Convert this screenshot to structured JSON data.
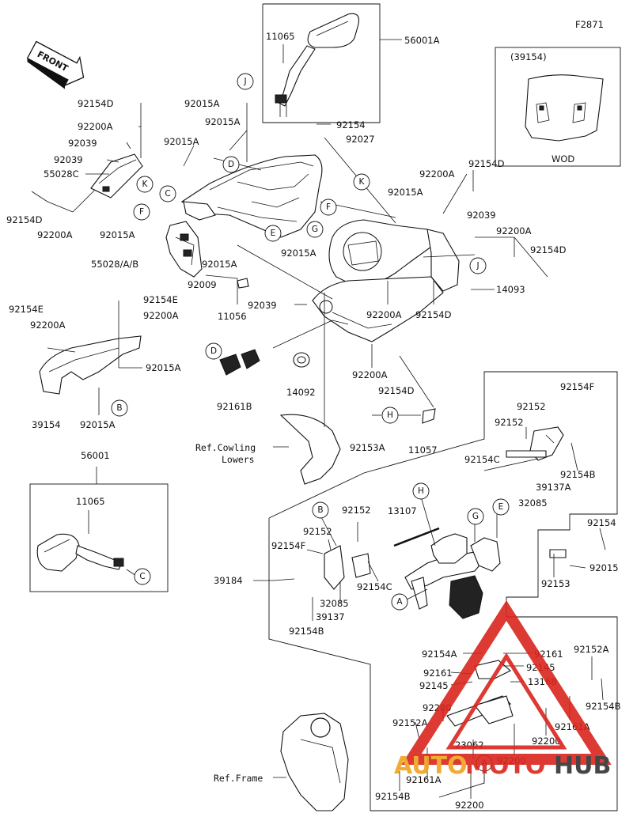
{
  "diagram": {
    "code": "F2871",
    "front_label": "FRONT",
    "inset": {
      "code": "(39154)",
      "caption": "WOD"
    },
    "refs": {
      "cowling": [
        "Ref.Cowling",
        "Lowers"
      ],
      "frame": "Ref.Frame"
    },
    "parts": {
      "p_11065_a": "11065",
      "p_56001a": "56001A",
      "p_92015a_j": "92015A",
      "p_92015a_2": "92015A",
      "p_92015a_3": "92015A",
      "p_92154_top": "92154",
      "p_92027": "92027",
      "p_92154d_1": "92154D",
      "p_92200a_1": "92200A",
      "p_92039_1": "92039",
      "p_92039_2": "92039",
      "p_55028c": "55028C",
      "p_92154d_2": "92154D",
      "p_92200a_2": "92200A",
      "p_92015a_4": "92015A",
      "p_55028": "55028/A/B",
      "p_92015a_5": "92015A",
      "p_92015a_6": "92015A",
      "p_92015a_7": "92015A",
      "p_92200a_3": "92200A",
      "p_92154d_3": "92154D",
      "p_92039_3": "92039",
      "p_92200a_4": "92200A",
      "p_92154d_4": "92154D",
      "p_14093": "14093",
      "p_92200a_5": "92200A",
      "p_92154d_5": "92154D",
      "p_92009": "92009",
      "p_11056": "11056",
      "p_92039_4": "92039",
      "p_92154e_1": "92154E",
      "p_92200a_6": "92200A",
      "p_92154e_2": "92154E",
      "p_92200a_7": "92200A",
      "p_92015a_8": "92015A",
      "p_39154": "39154",
      "p_92015a_9": "92015A",
      "p_92161b": "92161B",
      "p_14092": "14092",
      "p_92200a_8": "92200A",
      "p_92154d_6": "92154D",
      "p_92153a": "92153A",
      "p_11057": "11057",
      "p_56001": "56001",
      "p_11065_b": "11065",
      "p_92154f_1": "92154F",
      "p_92152_1": "92152",
      "p_92152_2": "92152",
      "p_92154c_1": "92154C",
      "p_92154b_1": "92154B",
      "p_39137a": "39137A",
      "p_32085_1": "32085",
      "p_92152_3": "92152",
      "p_13107": "13107",
      "p_92152_4": "92152",
      "p_92154f_2": "92154F",
      "p_39184": "39184",
      "p_92154c_2": "92154C",
      "p_32085_2": "32085",
      "p_39137": "39137",
      "p_92154b_2": "92154B",
      "p_92154_r": "92154",
      "p_92015": "92015",
      "p_92153": "92153",
      "p_92154a": "92154A",
      "p_92161_1": "92161",
      "p_92161_2": "92161",
      "p_92145_1": "92145",
      "p_92145_2": "92145",
      "p_13168": "13168",
      "p_92152a_1": "92152A",
      "p_92154b_3": "92154B",
      "p_92200_1": "92200",
      "p_92152a_2": "92152A",
      "p_92161a_1": "92161A",
      "p_92200_2": "92200",
      "p_23062": "23062",
      "p_92200_3": "92200",
      "p_92161a_2": "92161A",
      "p_92154b_4": "92154B",
      "p_92200_4": "92200"
    }
  },
  "watermark": {
    "part1": "AUTO",
    "part2": "MOTO",
    "part3": "HUB"
  },
  "colors": {
    "line": "#111111",
    "watermark_red": "#d9251d",
    "watermark_gray": "#333333",
    "watermark_orange": "#f0a21c"
  }
}
